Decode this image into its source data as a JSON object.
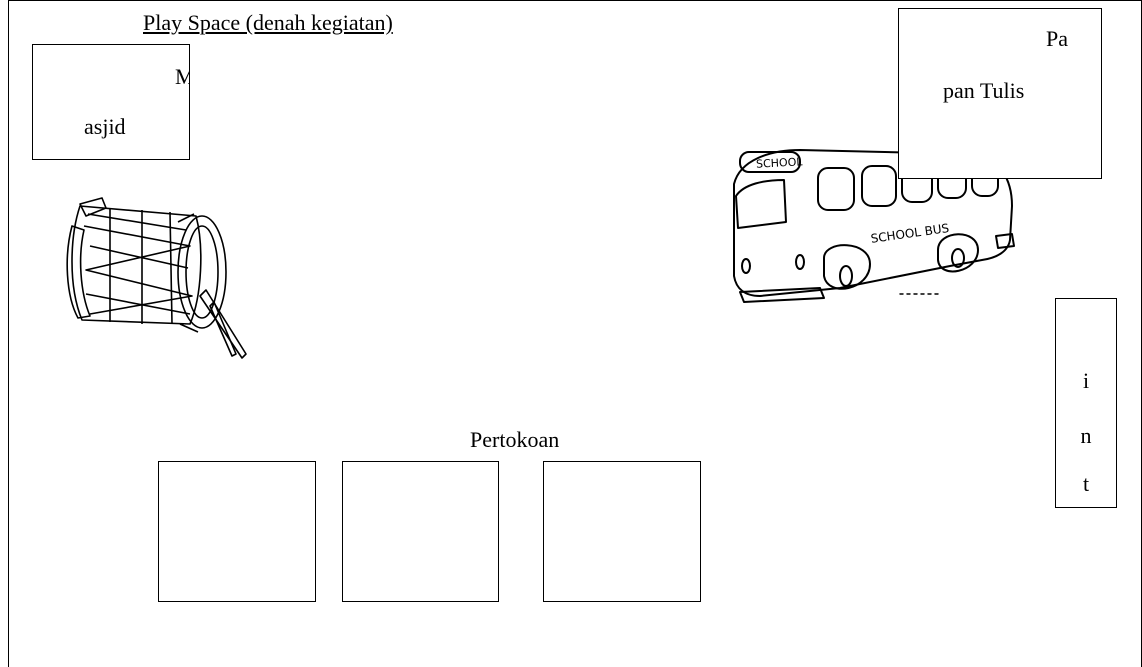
{
  "title": "Play Space (denah kegiatan)",
  "masjid": {
    "part1": "M",
    "part2": "asjid"
  },
  "papan_tulis": {
    "part1": "Pa",
    "part2": "pan Tulis"
  },
  "paint": {
    "letters": [
      "i",
      "n",
      "t"
    ]
  },
  "shops": {
    "label": "Pertokoan"
  },
  "bus": {
    "side_text": "SCHOOL BUS",
    "sign_text": "SCHOOL"
  },
  "icons": [
    "drum-icon",
    "school-bus-icon"
  ]
}
